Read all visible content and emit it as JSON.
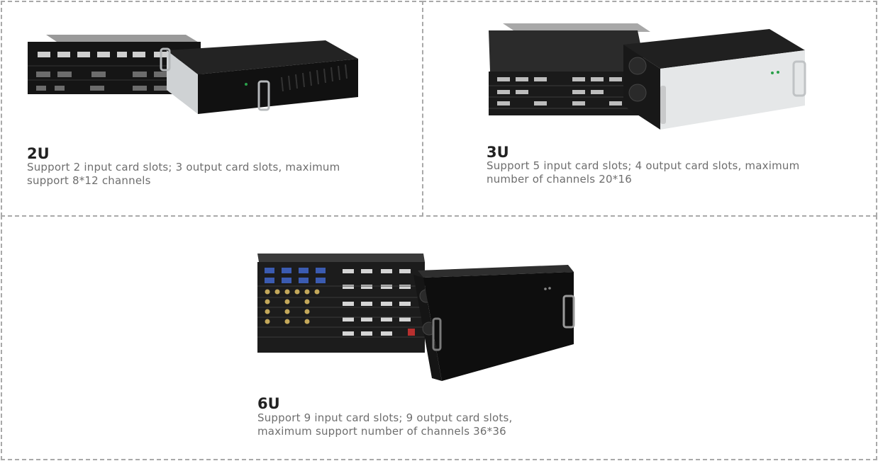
{
  "products": [
    {
      "title": "2U",
      "description": "Support 2 input card slots; 3 output card slots, maximum support 8*12 channels"
    },
    {
      "title": "3U",
      "description": "Support 5 input card slots; 4 output card slots, maximum number of channels 20*16"
    },
    {
      "title": "6U",
      "description": "Support 9 input card slots; 9 output card slots, maximum support number of channels 36*36"
    }
  ]
}
